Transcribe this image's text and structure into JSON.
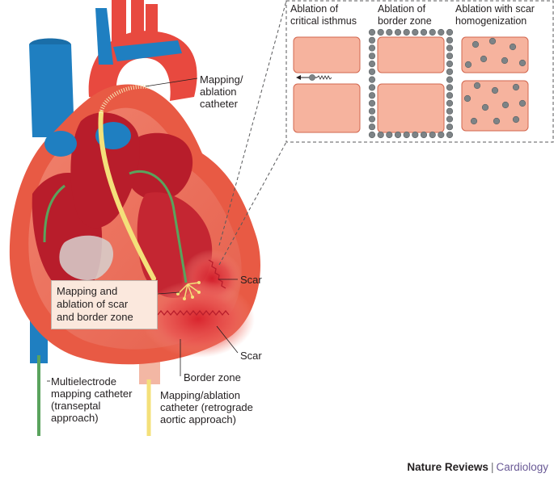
{
  "labels": {
    "mapping_ablation_top": [
      "Mapping/",
      "ablation",
      "catheter"
    ],
    "callout": [
      "Mapping and",
      "ablation of scar",
      "and border zone"
    ],
    "scar_upper": "Scar",
    "scar_lower": "Scar",
    "border_zone": "Border zone",
    "multielectrode": [
      "Multielectrode",
      "mapping catheter",
      "(transeptal",
      "approach)"
    ],
    "retrograde": [
      "Mapping/ablation",
      "catheter (retrograde",
      "aortic approach)"
    ]
  },
  "inset": {
    "panels": [
      {
        "title": [
          "Ablation of",
          "critical isthmus"
        ]
      },
      {
        "title": [
          "Ablation of",
          "border zone"
        ]
      },
      {
        "title": [
          "Ablation with scar",
          "homogenization"
        ]
      }
    ]
  },
  "footer": {
    "brand": "Nature Reviews",
    "separator": "|",
    "journal": "Cardiology"
  },
  "colors": {
    "vein_blue": "#1f7fc1",
    "artery_red": "#e8493f",
    "heart_outer": "#e85a44",
    "chamber_dark": "#b81d2b",
    "tissue_pink": "#f6b39e",
    "scar_red": "#d21f2c",
    "electrode_grey": "#7d8386",
    "catheter_yellow": "#f4e07a",
    "catheter_green": "#5aa35d",
    "journal_purple": "#6a5a96"
  }
}
